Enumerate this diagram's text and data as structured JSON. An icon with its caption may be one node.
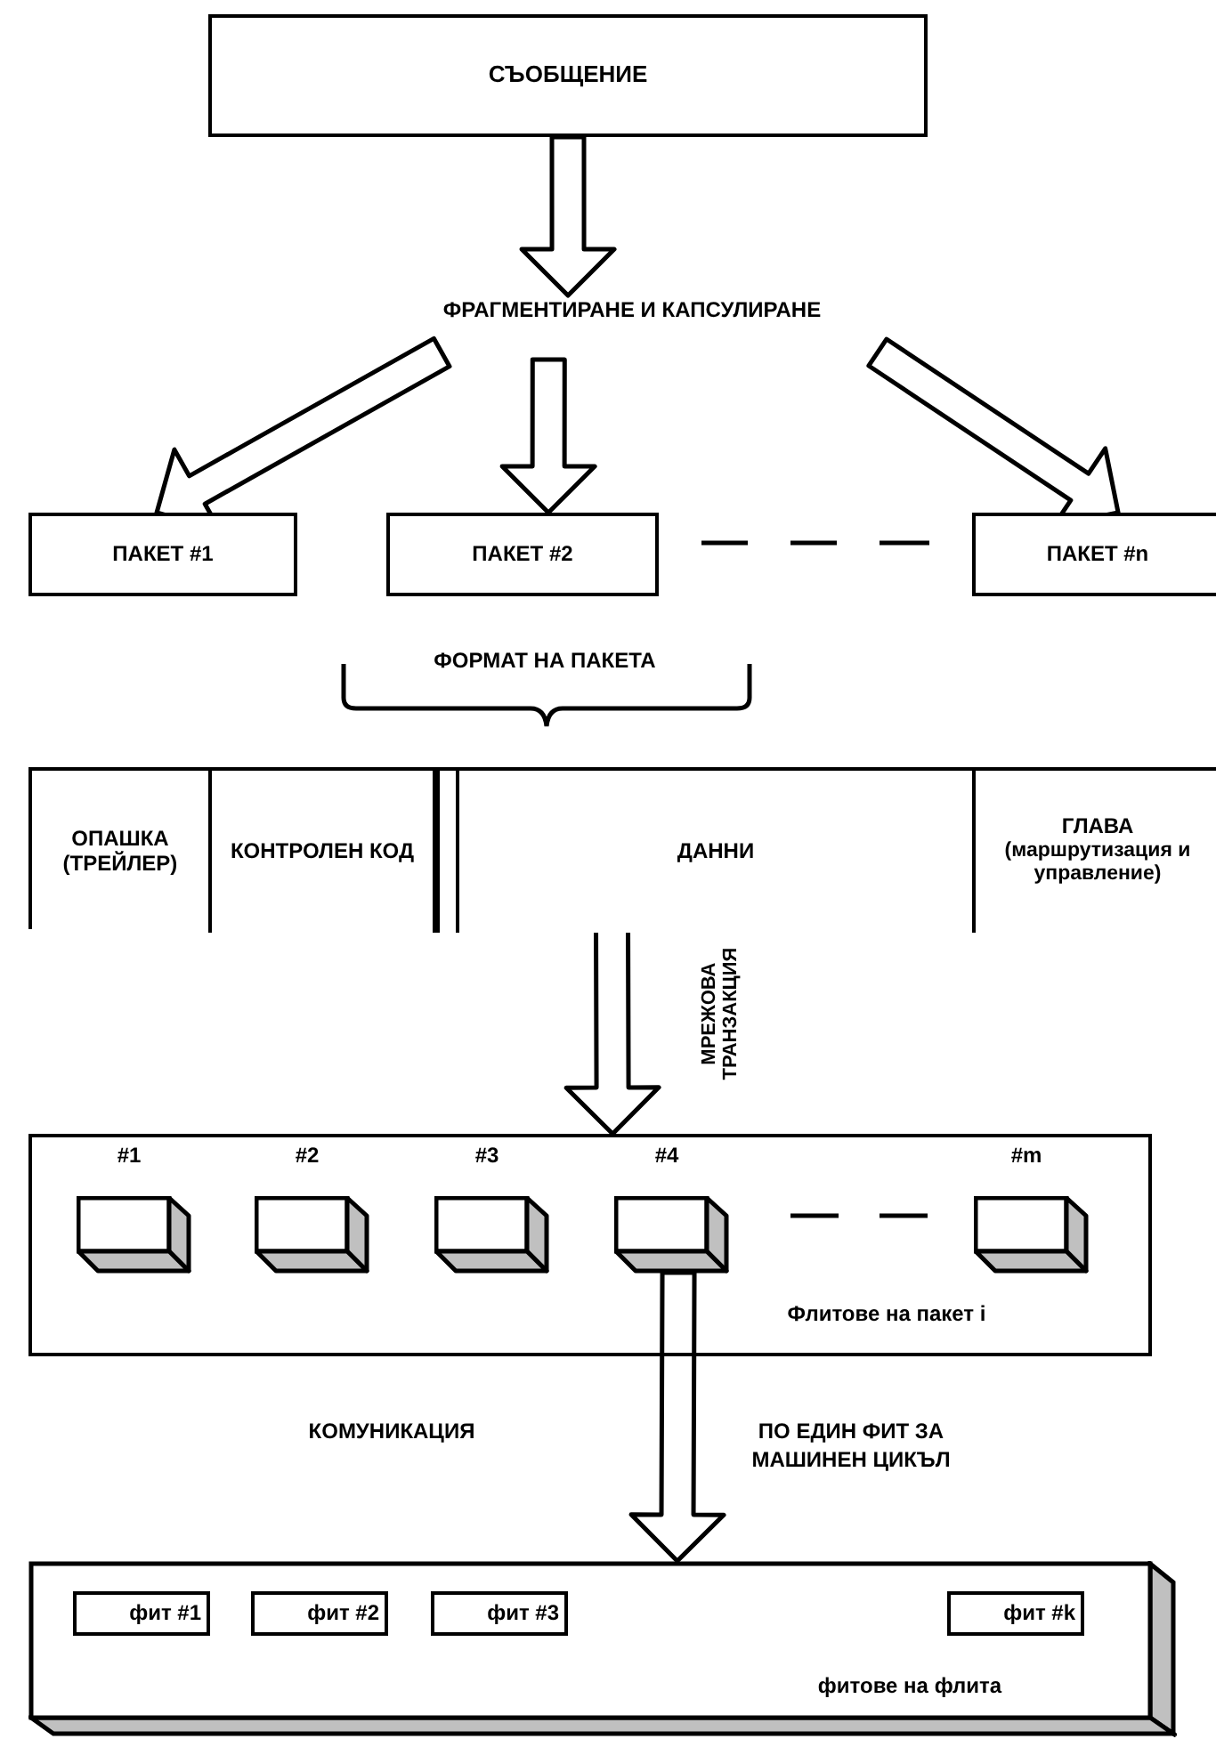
{
  "diagram": {
    "nodes": [
      {
        "text": [
          "СЪОБЩЕНИЕ"
        ]
      },
      {
        "text": [
          "ФРАГМЕНТИРАНЕ И КАПСУЛИРАНЕ"
        ]
      },
      {
        "text": [
          "ПАКЕТ #1"
        ]
      },
      {
        "text": [
          "ПАКЕТ #2"
        ]
      },
      {
        "text": [
          "ПАКЕТ #n"
        ]
      },
      {
        "text": [],
        "shape": "box"
      },
      {
        "text": [
          "ОПАШКА (ТРЕЙЛЕР)"
        ],
        "in": 5
      },
      {
        "text": [
          "КОНТРОЛЕН КОД"
        ],
        "in": 5
      },
      {
        "text": [],
        "shape": "box",
        "in": 5
      },
      {
        "text": [
          "ДАННИ"
        ],
        "in": 5
      },
      {
        "text": [
          "ГЛАВА",
          "(маршрутизация и управление)"
        ],
        "in": 5
      },
      {
        "text": [
          "Флитове на пакет i"
        ]
      },
      {
        "text": [
          "#1"
        ],
        "in": 11
      },
      {
        "text": [
          "#2"
        ],
        "in": 11
      },
      {
        "text": [
          "#3"
        ],
        "in": 11
      },
      {
        "text": [
          "#4"
        ],
        "in": 11
      },
      {
        "text": [
          "#m"
        ],
        "in": 11
      },
      {
        "text": [
          "фитове на флита"
        ]
      },
      {
        "text": [
          "фит #1"
        ],
        "in": 17
      },
      {
        "text": [
          "фит #2"
        ],
        "in": 17
      },
      {
        "text": [
          "фит #3"
        ],
        "in": 17
      },
      {
        "text": [
          "фит #k"
        ],
        "in": 17
      }
    ],
    "edges": [
      {
        "from": 0,
        "to": 1,
        "arrow": "to"
      },
      {
        "from": 1,
        "to": 2,
        "arrow": "to"
      },
      {
        "from": 1,
        "to": 3,
        "arrow": "to"
      },
      {
        "from": 1,
        "to": 4,
        "arrow": "to"
      },
      {
        "from": 5,
        "to": 11,
        "arrow": "to",
        "label": "МРЕЖОВА ТРАНЗАКЦИЯ"
      },
      {
        "from": 15,
        "to": 17,
        "arrow": "to",
        "label": "ПО ЕДИН ФИТ ЗА МАШИНЕН ЦИКЪЛ"
      }
    ],
    "labels": [
      "ФОРМАТ НА ПАКЕТА",
      "КОМУНИКАЦИЯ"
    ]
  }
}
